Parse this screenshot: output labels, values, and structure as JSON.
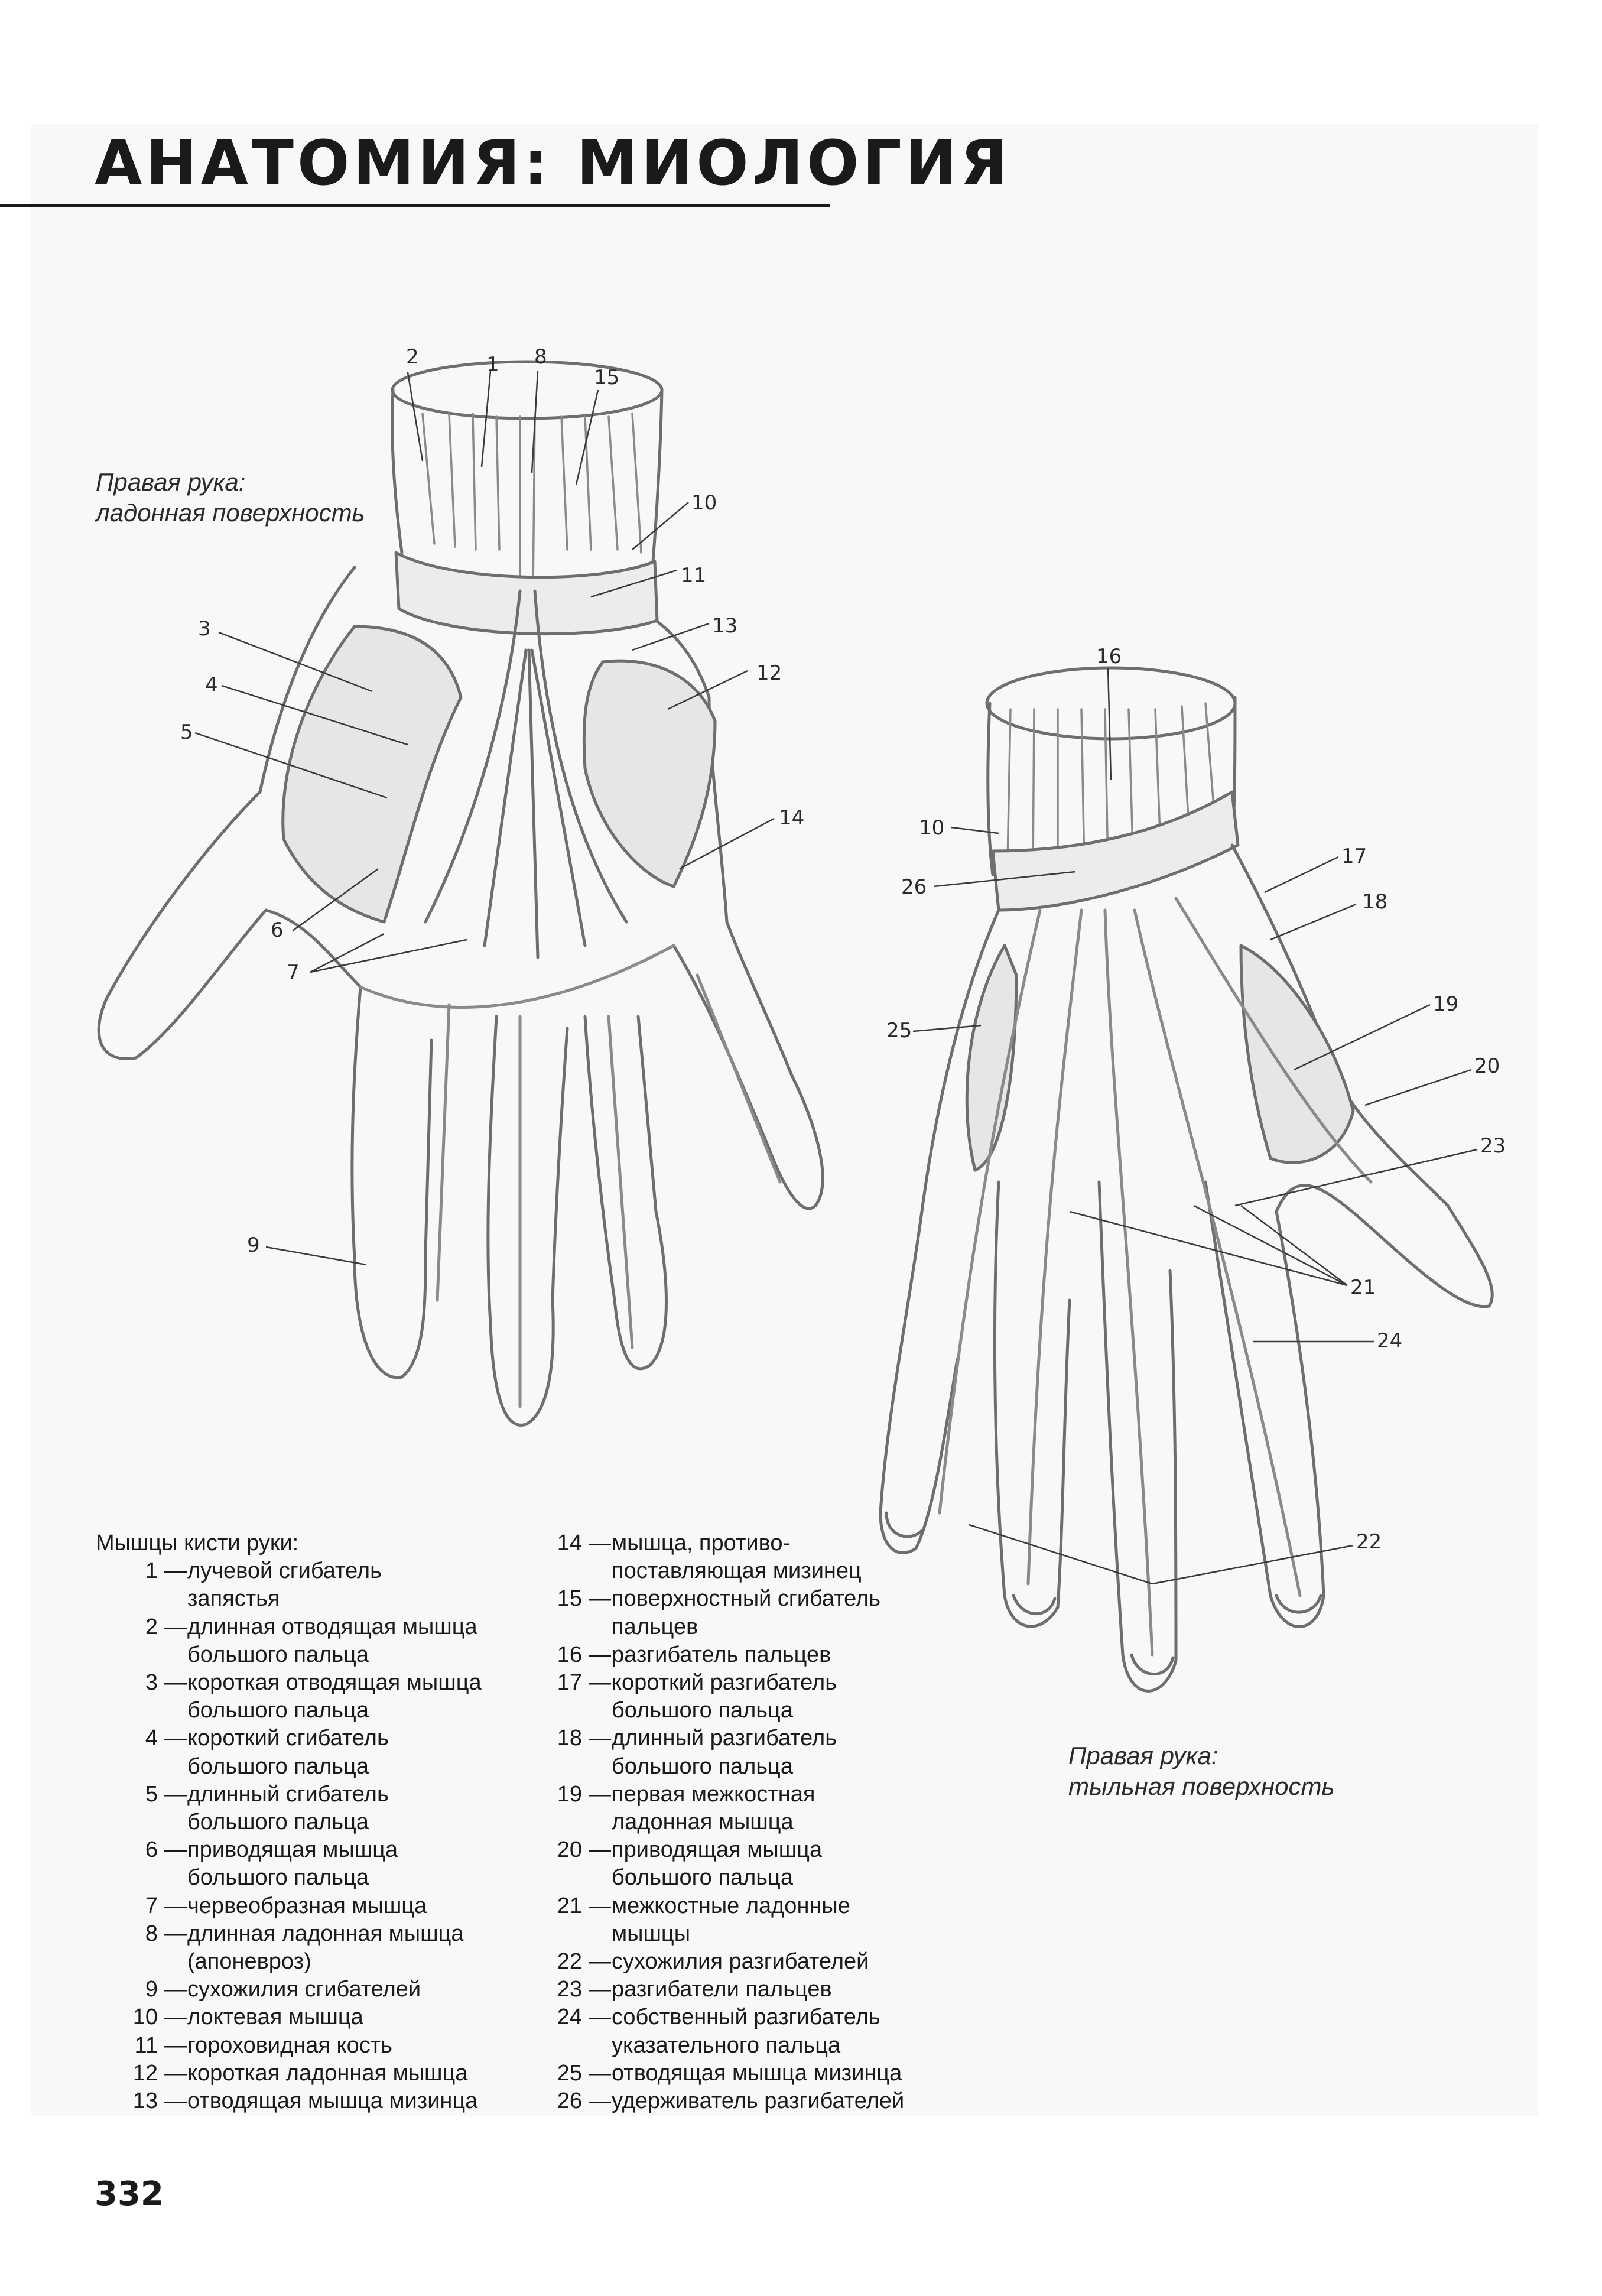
{
  "page": {
    "title": "АНАТОМИЯ: МИОЛОГИЯ",
    "page_number": "332"
  },
  "palmar_view": {
    "caption_line1": "Правая рука:",
    "caption_line2": "ладонная поверхность",
    "callouts": [
      "2",
      "1",
      "8",
      "15",
      "10",
      "11",
      "13",
      "12",
      "3",
      "4",
      "5",
      "14",
      "6",
      "7",
      "9"
    ]
  },
  "dorsal_view": {
    "caption_line1": "Правая рука:",
    "caption_line2": "тыльная поверхность",
    "callouts": [
      "16",
      "10",
      "26",
      "17",
      "18",
      "19",
      "20",
      "25",
      "23",
      "21",
      "24",
      "22"
    ]
  },
  "legend": {
    "title": "Мышцы кисти руки:",
    "column1": [
      {
        "num": "1",
        "lines": [
          "лучевой сгибатель",
          "запястья"
        ]
      },
      {
        "num": "2",
        "lines": [
          "длинная отводящая мышца",
          "большого пальца"
        ]
      },
      {
        "num": "3",
        "lines": [
          "короткая отводящая мышца",
          "большого пальца"
        ]
      },
      {
        "num": "4",
        "lines": [
          "короткий сгибатель",
          "большого пальца"
        ]
      },
      {
        "num": "5",
        "lines": [
          "длинный сгибатель",
          "большого пальца"
        ]
      },
      {
        "num": "6",
        "lines": [
          "приводящая мышца",
          "большого пальца"
        ]
      },
      {
        "num": "7",
        "lines": [
          "червеобразная мышца"
        ]
      },
      {
        "num": "8",
        "lines": [
          "длинная ладонная мышца",
          "(апоневроз)"
        ]
      },
      {
        "num": "9",
        "lines": [
          "сухожилия сгибателей"
        ]
      },
      {
        "num": "10",
        "lines": [
          "локтевая мышца"
        ]
      },
      {
        "num": "11",
        "lines": [
          "гороховидная кость"
        ]
      },
      {
        "num": "12",
        "lines": [
          "короткая ладонная мышца"
        ]
      },
      {
        "num": "13",
        "lines": [
          "отводящая мышца мизинца"
        ]
      }
    ],
    "column2": [
      {
        "num": "14",
        "lines": [
          "мышца, противо-",
          "поставляющая мизинец"
        ]
      },
      {
        "num": "15",
        "lines": [
          "поверхностный сгибатель",
          "пальцев"
        ]
      },
      {
        "num": "16",
        "lines": [
          "разгибатель пальцев"
        ]
      },
      {
        "num": "17",
        "lines": [
          "короткий разгибатель",
          "большого пальца"
        ]
      },
      {
        "num": "18",
        "lines": [
          "длинный разгибатель",
          "большого пальца"
        ]
      },
      {
        "num": "19",
        "lines": [
          "первая межкостная",
          "ладонная мышца"
        ]
      },
      {
        "num": "20",
        "lines": [
          "приводящая мышца",
          "большого пальца"
        ]
      },
      {
        "num": "21",
        "lines": [
          "межкостные ладонные",
          "мышцы"
        ]
      },
      {
        "num": "22",
        "lines": [
          "сухожилия разгибателей"
        ]
      },
      {
        "num": "23",
        "lines": [
          "разгибатели пальцев"
        ]
      },
      {
        "num": "24",
        "lines": [
          "собственный разгибатель",
          "указательного пальца"
        ]
      },
      {
        "num": "25",
        "lines": [
          "отводящая мышца мизинца"
        ]
      },
      {
        "num": "26",
        "lines": [
          "удерживатель разгибателей"
        ]
      }
    ]
  }
}
